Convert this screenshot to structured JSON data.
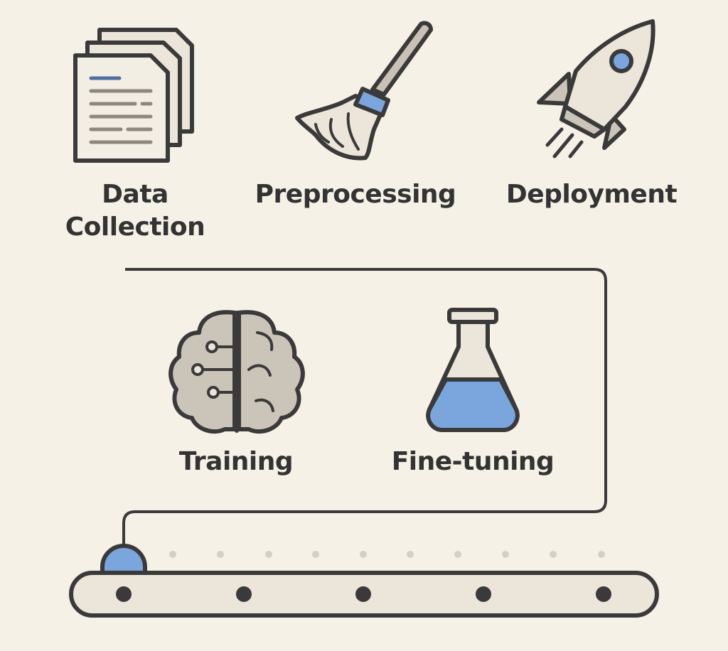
{
  "stages": {
    "data_collection": "Data\nCollection",
    "preprocessing": "Preprocessing",
    "deployment": "Deployment",
    "training": "Training",
    "fine_tuning": "Fine-tuning"
  },
  "colors": {
    "background": "#f6f1e7",
    "outline": "#3a3a3a",
    "fill_light": "#ebe5da",
    "fill_mid": "#cbc4b9",
    "accent_blue": "#7aa6dd",
    "dots": "#d3d0c6"
  },
  "icons": [
    "documents-icon",
    "broom-icon",
    "rocket-icon",
    "brain-icon",
    "flask-icon",
    "conveyor-belt-icon"
  ]
}
